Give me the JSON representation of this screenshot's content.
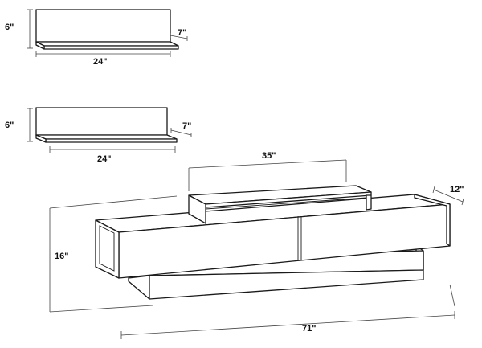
{
  "labels": {
    "shelf1_height": "6\"",
    "shelf1_depth": "7\"",
    "shelf1_width": "24\"",
    "shelf2_height": "6\"",
    "shelf2_depth": "7\"",
    "shelf2_width": "24\"",
    "topper_width": "35\"",
    "console_depth": "12\"",
    "console_height": "16\"",
    "console_width": "71\""
  }
}
